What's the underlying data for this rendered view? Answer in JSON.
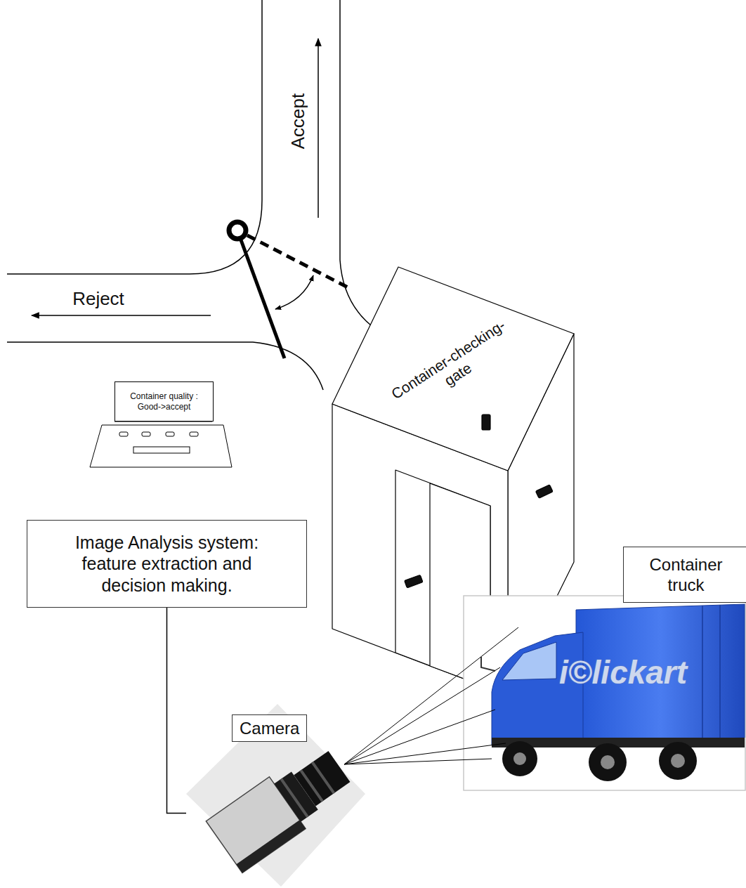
{
  "diagram": {
    "nodes": [
      {
        "text": [
          "Container quality : Good->accept"
        ]
      },
      {
        "text": [
          "Image Analysis system: feature extraction and decision making."
        ]
      },
      {
        "text": [
          "Container truck"
        ]
      },
      {
        "text": [
          "Camera"
        ]
      }
    ],
    "edges": [
      {
        "from": 1,
        "to": 3,
        "arrow": "none"
      }
    ],
    "labels": [
      "Accept",
      "Reject",
      "Container-checking-gate",
      "i©lickart"
    ]
  }
}
